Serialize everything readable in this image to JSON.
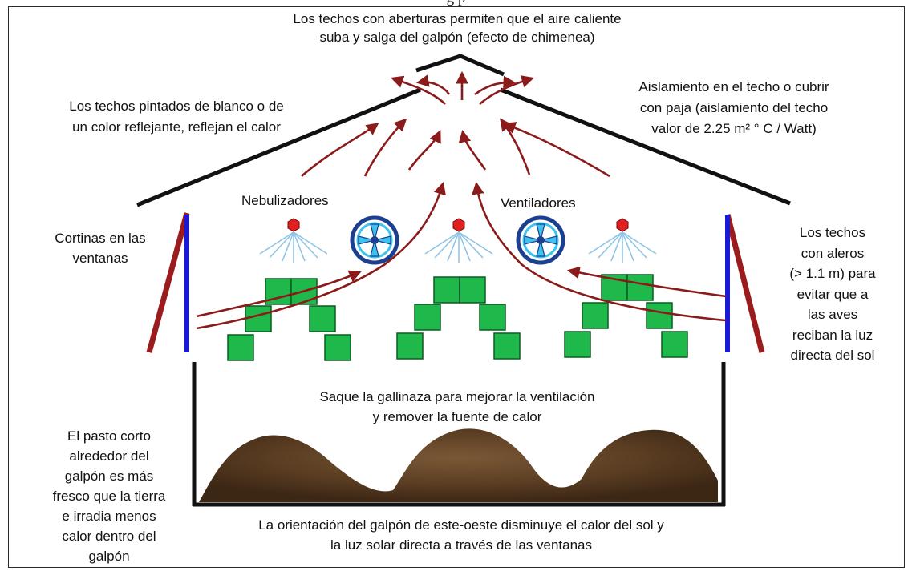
{
  "caption_partial": "g                                                                                                      p",
  "labels": {
    "roof_openings": [
      "Los techos con aberturas permiten que el aire caliente",
      "suba y salga del galpón (efecto de chimenea)"
    ],
    "white_roof": [
      "Los techos pintados de blanco o de",
      "un color reflejante, reflejan el calor"
    ],
    "insulation": [
      "Aislamiento en el techo o cubrir",
      "con paja (aislamiento del techo",
      "valor de  2.25 m² ° C / Watt)"
    ],
    "nebulizers": "Nebulizadores",
    "fans": "Ventiladores",
    "curtains": [
      "Cortinas en las",
      "ventanas"
    ],
    "eaves": [
      "Los techos",
      "con aleros",
      "(> 1.1 m) para",
      "evitar que a",
      "las aves",
      "reciban la luz",
      "directa del sol"
    ],
    "manure": [
      "Saque la gallinaza para mejorar la ventilación",
      "y remover la fuente de calor"
    ],
    "grass": [
      "El pasto corto",
      "alrededor del",
      "galpón es más",
      "fresco que la tierra",
      "e irradia menos",
      "calor dentro del",
      "galpón"
    ],
    "orientation": [
      "La orientación del galpón de este-oeste disminuye el calor del sol y",
      "la luz solar directa a través de las ventanas"
    ]
  },
  "colors": {
    "roof": "#111111",
    "airflow_arrow": "#8b1a1a",
    "curtain": "#9b1c1c",
    "window_post": "#1a1ad6",
    "bird_box": "#1fb84a",
    "fan_ring": "#1d3f8f",
    "fan_fill": "#3cc3ee",
    "nozzle": "#e02020",
    "mist": "#8fc4e6",
    "manure": "#5a3d22"
  },
  "icons": [
    "nebulizer-nozzle-icon",
    "fan-icon"
  ]
}
